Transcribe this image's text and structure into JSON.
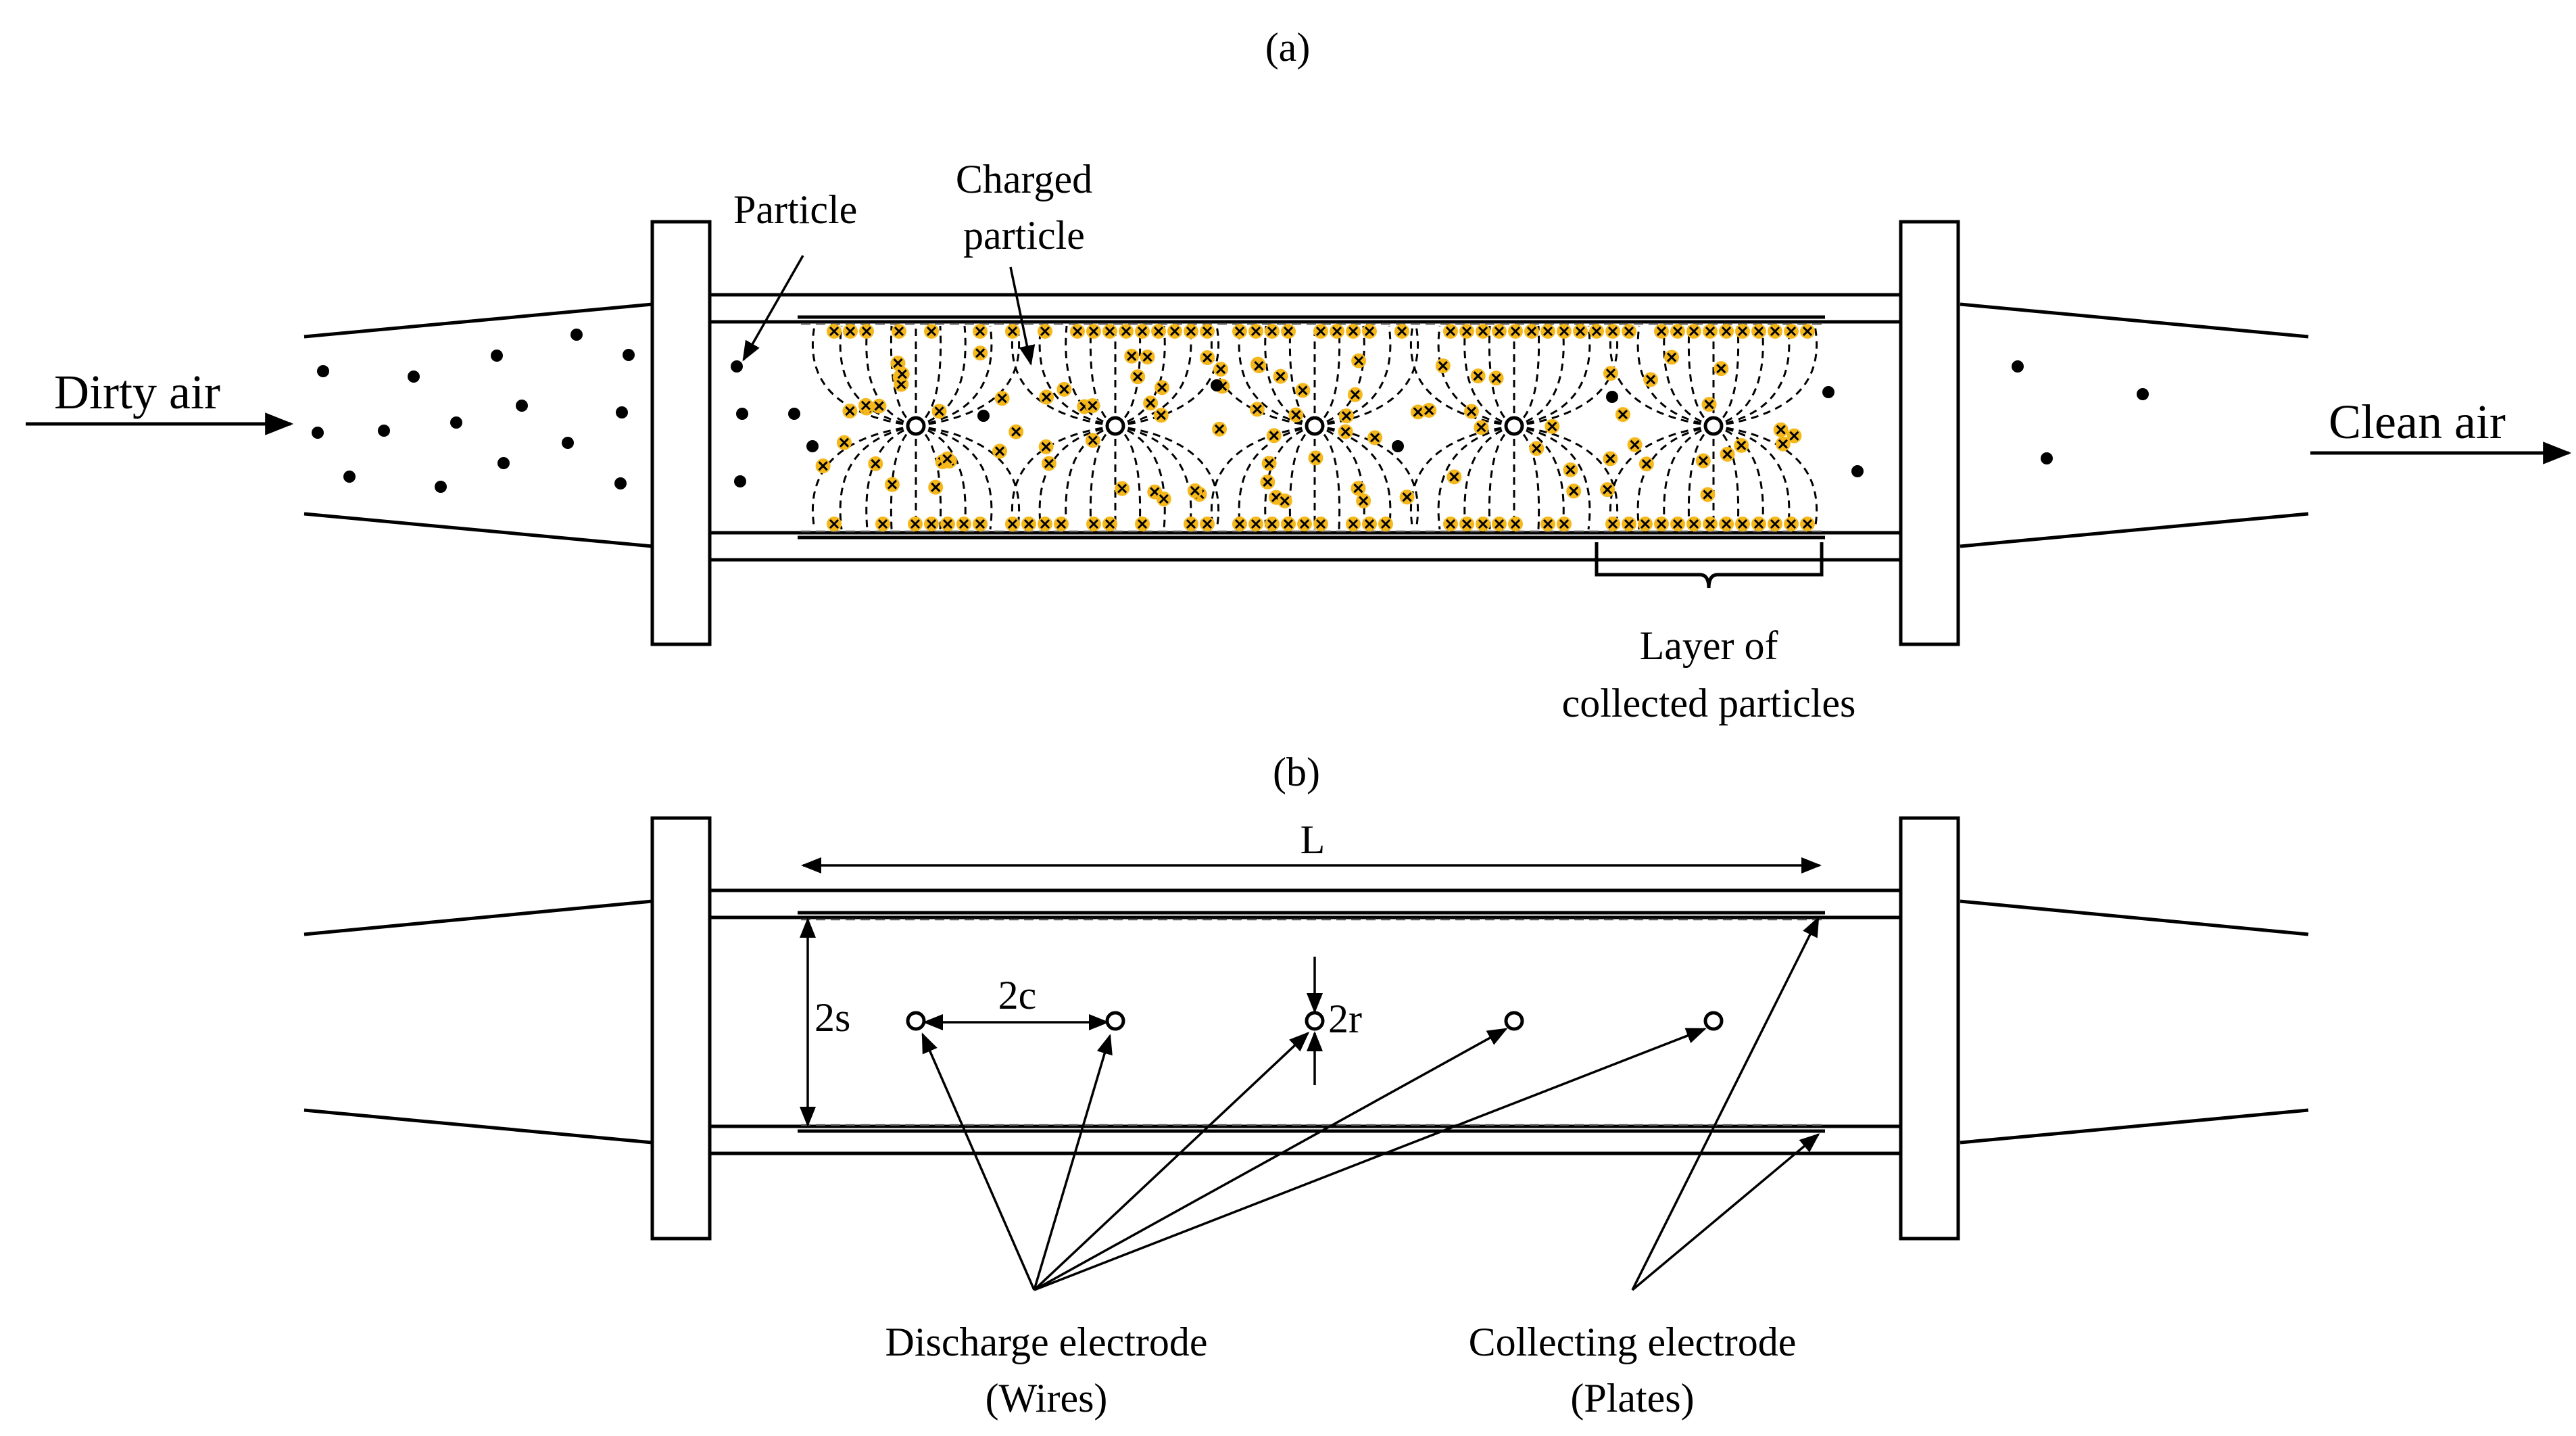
{
  "panel_a": {
    "label": "(a)",
    "dirty_air": "Dirty air",
    "clean_air": "Clean air",
    "particle": "Particle",
    "charged_particle_line1": "Charged",
    "charged_particle_line2": "particle",
    "layer_line1": "Layer of",
    "layer_line2": "collected particles"
  },
  "panel_b": {
    "label": "(b)",
    "length": "L",
    "spacing": "2s",
    "wire_spacing": "2c",
    "wire_radius": "2r",
    "discharge_line1": "Discharge electrode",
    "discharge_line2": "(Wires)",
    "collecting_line1": "Collecting electrode",
    "collecting_line2": "(Plates)"
  }
}
